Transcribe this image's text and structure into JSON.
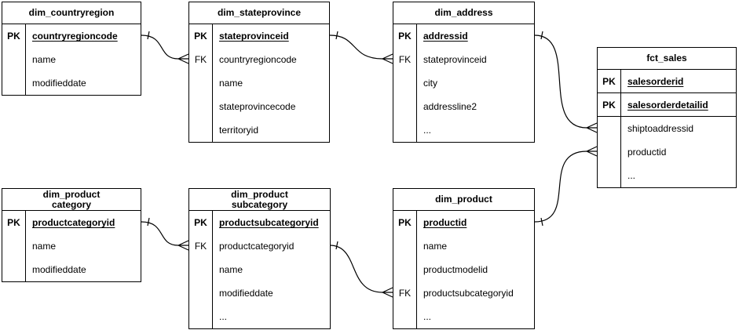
{
  "diagram": {
    "tables": [
      {
        "id": "dim_countryregion",
        "title": "dim_countryregion",
        "rows": [
          {
            "key": "PK",
            "label": "countryregioncode",
            "pk": true
          },
          {
            "key": "",
            "label": "name"
          },
          {
            "key": "",
            "label": "modifieddate"
          }
        ]
      },
      {
        "id": "dim_stateprovince",
        "title": "dim_stateprovince",
        "rows": [
          {
            "key": "PK",
            "label": "stateprovinceid",
            "pk": true
          },
          {
            "key": "FK",
            "label": "countryregioncode",
            "fk": true
          },
          {
            "key": "",
            "label": "name"
          },
          {
            "key": "",
            "label": "stateprovincecode"
          },
          {
            "key": "",
            "label": "territoryid"
          }
        ]
      },
      {
        "id": "dim_address",
        "title": "dim_address",
        "rows": [
          {
            "key": "PK",
            "label": "addressid",
            "pk": true
          },
          {
            "key": "FK",
            "label": "stateprovinceid",
            "fk": true
          },
          {
            "key": "",
            "label": "city"
          },
          {
            "key": "",
            "label": "addressline2"
          },
          {
            "key": "",
            "label": "..."
          }
        ]
      },
      {
        "id": "fct_sales",
        "title": "fct_sales",
        "rows": [
          {
            "key": "PK",
            "label": "salesorderid",
            "pk": true
          },
          {
            "key": "PK",
            "label": "salesorderdetailid",
            "pk": true
          },
          {
            "key": "",
            "label": "shiptoaddressid"
          },
          {
            "key": "",
            "label": "productid"
          },
          {
            "key": "",
            "label": "..."
          }
        ]
      },
      {
        "id": "dim_productcategory",
        "title": "dim_product\ncategory",
        "rows": [
          {
            "key": "PK",
            "label": "productcategoryid",
            "pk": true
          },
          {
            "key": "",
            "label": "name"
          },
          {
            "key": "",
            "label": "modifieddate"
          }
        ]
      },
      {
        "id": "dim_productsubcategory",
        "title": "dim_product\nsubcategory",
        "rows": [
          {
            "key": "PK",
            "label": "productsubcategoryid",
            "pk": true
          },
          {
            "key": "FK",
            "label": "productcategoryid",
            "fk": true
          },
          {
            "key": "",
            "label": "name"
          },
          {
            "key": "",
            "label": "modifieddate"
          },
          {
            "key": "",
            "label": "..."
          }
        ]
      },
      {
        "id": "dim_product",
        "title": "dim_product",
        "rows": [
          {
            "key": "PK",
            "label": "productid",
            "pk": true
          },
          {
            "key": "",
            "label": "name"
          },
          {
            "key": "",
            "label": "productmodelid"
          },
          {
            "key": "FK",
            "label": "productsubcategoryid",
            "fk": true
          },
          {
            "key": "",
            "label": "..."
          }
        ]
      }
    ],
    "relationships": [
      {
        "one": "dim_countryregion.countryregioncode",
        "many": "dim_stateprovince.countryregioncode",
        "cardinality": "one-to-many"
      },
      {
        "one": "dim_stateprovince.stateprovinceid",
        "many": "dim_address.stateprovinceid",
        "cardinality": "one-to-many"
      },
      {
        "one": "dim_address.addressid",
        "many": "fct_sales.shiptoaddressid",
        "cardinality": "one-to-many"
      },
      {
        "one": "dim_product.productid",
        "many": "fct_sales.productid",
        "cardinality": "one-to-many"
      },
      {
        "one": "dim_productcategory.productcategoryid",
        "many": "dim_productsubcategory.productcategoryid",
        "cardinality": "one-to-many"
      },
      {
        "one": "dim_productsubcategory.productsubcategoryid",
        "many": "dim_product.productsubcategoryid",
        "cardinality": "one-to-many"
      }
    ],
    "colors": {
      "stroke": "#000000",
      "background": "#ffffff"
    }
  }
}
